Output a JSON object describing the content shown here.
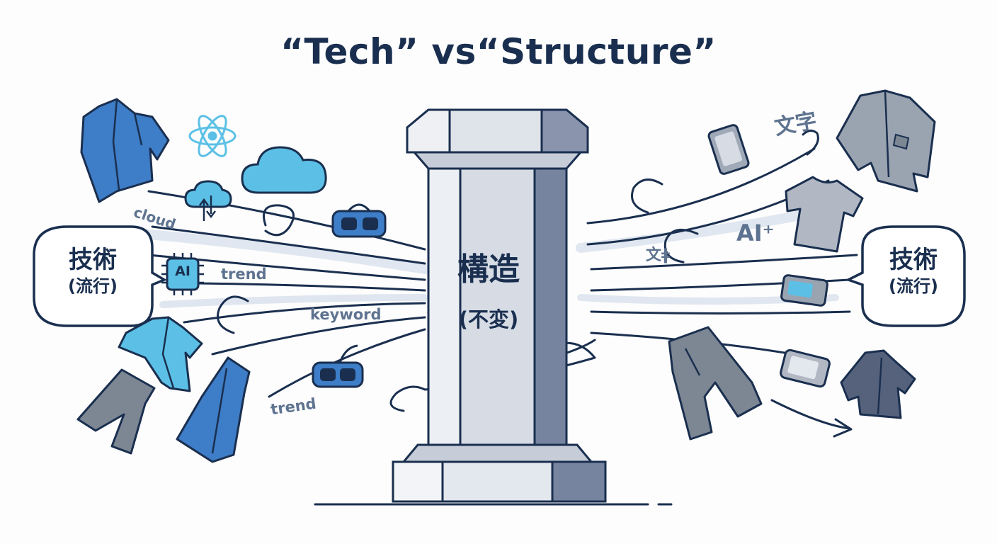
{
  "title": "“Tech” vs“Structure”",
  "pillar": {
    "main": "構造",
    "sub": "(不変)"
  },
  "bubble_left": {
    "line1": "技術",
    "line2": "(流行)"
  },
  "bubble_right": {
    "line1": "技術",
    "line2": "(流行)"
  },
  "left_labels": {
    "cloud": "cloud",
    "ai_chip": "AI",
    "trend_top": "trend",
    "keyword": "keyword",
    "trend_bottom": "trend"
  },
  "right_labels": {
    "moji": "文字",
    "ai_plus": "AI⁺",
    "bun": "文ǂ"
  },
  "colors": {
    "ink": "#1a2f4f",
    "blue": "#3e7dc7",
    "light_blue": "#5cc0e6",
    "gray": "#7d8794",
    "pillar_light": "#d6dbe4",
    "pillar_dark": "#7784a0"
  }
}
